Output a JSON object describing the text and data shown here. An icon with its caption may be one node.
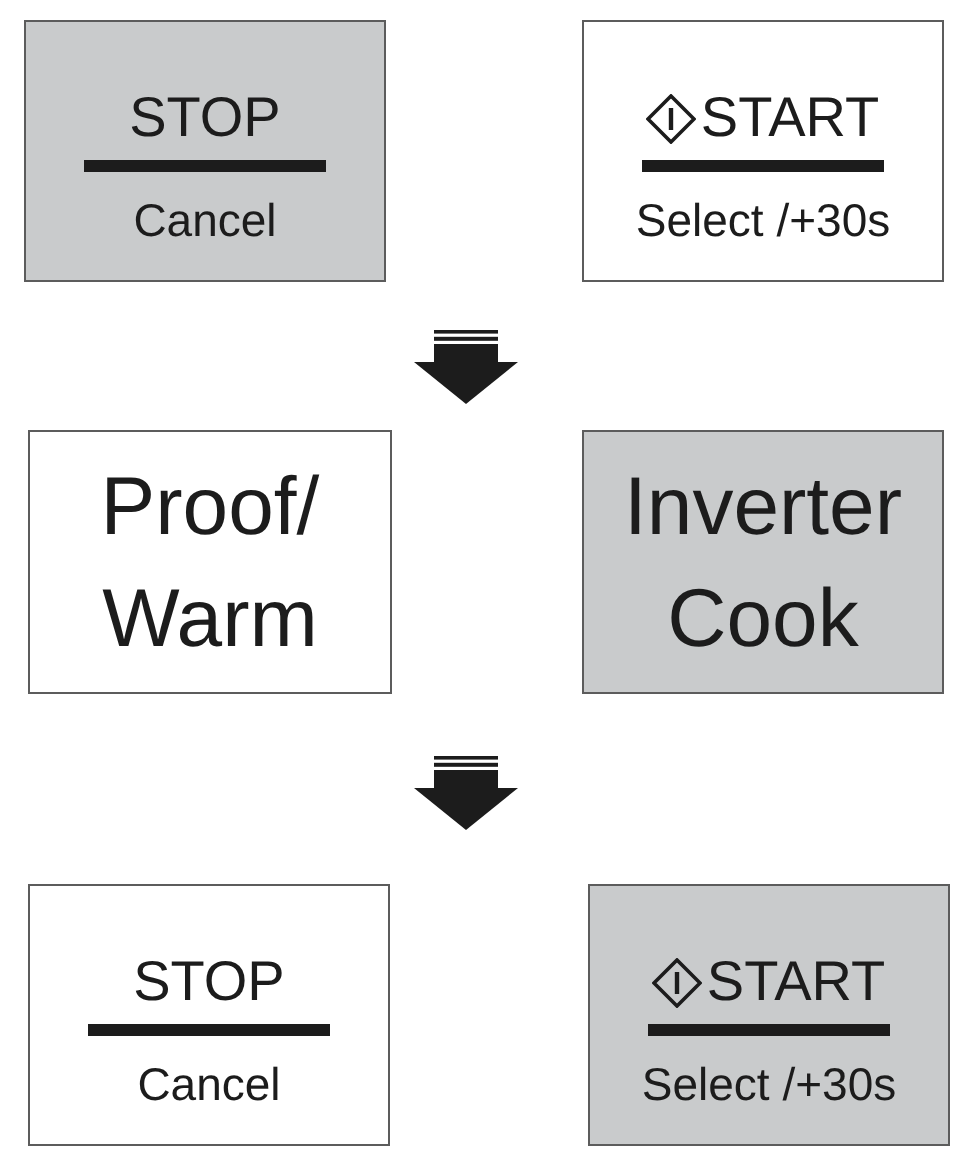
{
  "diagram": {
    "nodes": [
      {
        "text": [
          "STOP",
          "Cancel"
        ]
      },
      {
        "text": [
          "START",
          "Select /+30s"
        ]
      },
      {
        "text": [
          "Proof/ Warm"
        ]
      },
      {
        "text": [
          "Inverter Cook"
        ]
      },
      {
        "text": [
          "STOP",
          "Cancel"
        ]
      },
      {
        "text": [
          "START",
          "Select /+30s"
        ]
      }
    ]
  }
}
